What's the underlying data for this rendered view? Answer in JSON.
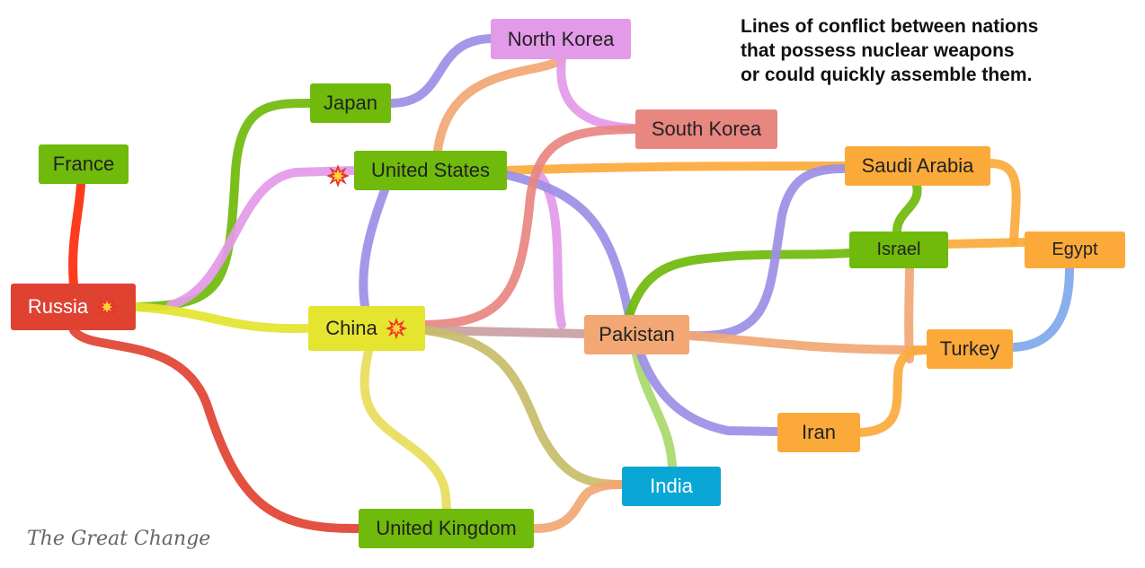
{
  "title": {
    "lines": [
      "Lines of conflict between nations",
      "that possess nuclear weapons",
      "or could quickly assemble them."
    ]
  },
  "watermark": "The Great Change",
  "nodes": {
    "france": {
      "label": "France",
      "color": "#6fba0a"
    },
    "russia": {
      "label": "Russia",
      "color": "#e04232",
      "text_color": "#ffffff",
      "icon": "explosion-icon"
    },
    "japan": {
      "label": "Japan",
      "color": "#6fba0a"
    },
    "north_korea": {
      "label": "North Korea",
      "color": "#e39ae8"
    },
    "united_states": {
      "label": "United States",
      "color": "#6fba0a",
      "icon": "explosion-icon"
    },
    "south_korea": {
      "label": "South Korea",
      "color": "#e88680"
    },
    "china": {
      "label": "China",
      "color": "#e5e42f",
      "icon": "explosion-icon"
    },
    "pakistan": {
      "label": "Pakistan",
      "color": "#f2a774"
    },
    "saudi_arabia": {
      "label": "Saudi Arabia",
      "color": "#fbaa3a"
    },
    "israel": {
      "label": "Israel",
      "color": "#6fba0a"
    },
    "egypt": {
      "label": "Egypt",
      "color": "#fbaa3a"
    },
    "turkey": {
      "label": "Turkey",
      "color": "#fbaa3a"
    },
    "iran": {
      "label": "Iran",
      "color": "#fbaa3a"
    },
    "india": {
      "label": "India",
      "color": "#0aa6d6",
      "text_color": "#ffffff"
    },
    "united_kingdom": {
      "label": "United Kingdom",
      "color": "#6fba0a"
    }
  },
  "edges": [
    {
      "from": "france",
      "to": "russia",
      "color": "#ff2a0a"
    },
    {
      "from": "russia",
      "to": "japan",
      "color": "#6fba0a"
    },
    {
      "from": "russia",
      "to": "united_states",
      "color": "#e39ae8"
    },
    {
      "from": "russia",
      "to": "china",
      "color": "#e5e42f"
    },
    {
      "from": "russia",
      "to": "united_kingdom",
      "color": "#e04232"
    },
    {
      "from": "japan",
      "to": "north_korea",
      "color": "#9b8fe6"
    },
    {
      "from": "north_korea",
      "to": "united_states",
      "color": "#f2a774"
    },
    {
      "from": "north_korea",
      "to": "south_korea",
      "color": "#e39ae8"
    },
    {
      "from": "united_states",
      "to": "china",
      "color": "#9b8fe6"
    },
    {
      "from": "united_states",
      "to": "saudi_arabia",
      "color": "#fbaa3a"
    },
    {
      "from": "united_states",
      "to": "pakistan",
      "color": "#e39ae8"
    },
    {
      "from": "united_states",
      "to": "pakistan",
      "color": "#9b8fe6"
    },
    {
      "from": "china",
      "to": "south_korea",
      "color": "#e88680"
    },
    {
      "from": "china",
      "to": "pakistan",
      "color": "#c9a0a2"
    },
    {
      "from": "china",
      "to": "india",
      "color": "#c8bd6a"
    },
    {
      "from": "china",
      "to": "united_kingdom",
      "color": "#e8dc5a"
    },
    {
      "from": "united_kingdom",
      "to": "india",
      "color": "#f2a774"
    },
    {
      "from": "pakistan",
      "to": "india",
      "color": "#a8d96a"
    },
    {
      "from": "pakistan",
      "to": "israel",
      "color": "#6fba0a"
    },
    {
      "from": "pakistan",
      "to": "saudi_arabia",
      "color": "#9b8fe6"
    },
    {
      "from": "pakistan",
      "to": "iran",
      "color": "#9b8fe6"
    },
    {
      "from": "pakistan",
      "to": "turkey",
      "color": "#f2a774"
    },
    {
      "from": "saudi_arabia",
      "to": "israel",
      "color": "#6fba0a"
    },
    {
      "from": "saudi_arabia",
      "to": "egypt",
      "color": "#fbaa3a"
    },
    {
      "from": "israel",
      "to": "egypt",
      "color": "#fbaa3a"
    },
    {
      "from": "israel",
      "to": "turkey",
      "color": "#f2a774"
    },
    {
      "from": "egypt",
      "to": "turkey",
      "color": "#7fa8ea"
    },
    {
      "from": "iran",
      "to": "turkey",
      "color": "#fbaa3a"
    }
  ]
}
